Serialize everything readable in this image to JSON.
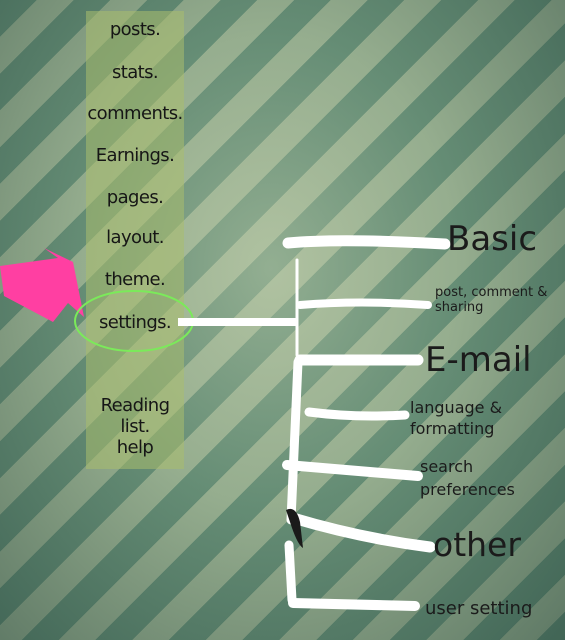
{
  "menu": {
    "items": [
      "posts.",
      "stats.",
      "comments.",
      "Earnings.",
      "pages.",
      "layout.",
      "theme.",
      "settings.",
      "Reading list.",
      "help"
    ]
  },
  "settings_tree": {
    "basic": "Basic",
    "post_comment": "post, comment & sharing",
    "email": "E-mail",
    "language": "language & formatting",
    "search": "search preferences",
    "other": "other",
    "user": "user setting"
  },
  "colors": {
    "arrow": "#ff3fa2",
    "highlight_circle": "#7bea5a",
    "strokes": "#ffffff"
  },
  "icons": [
    "pointer-arrow-icon"
  ]
}
